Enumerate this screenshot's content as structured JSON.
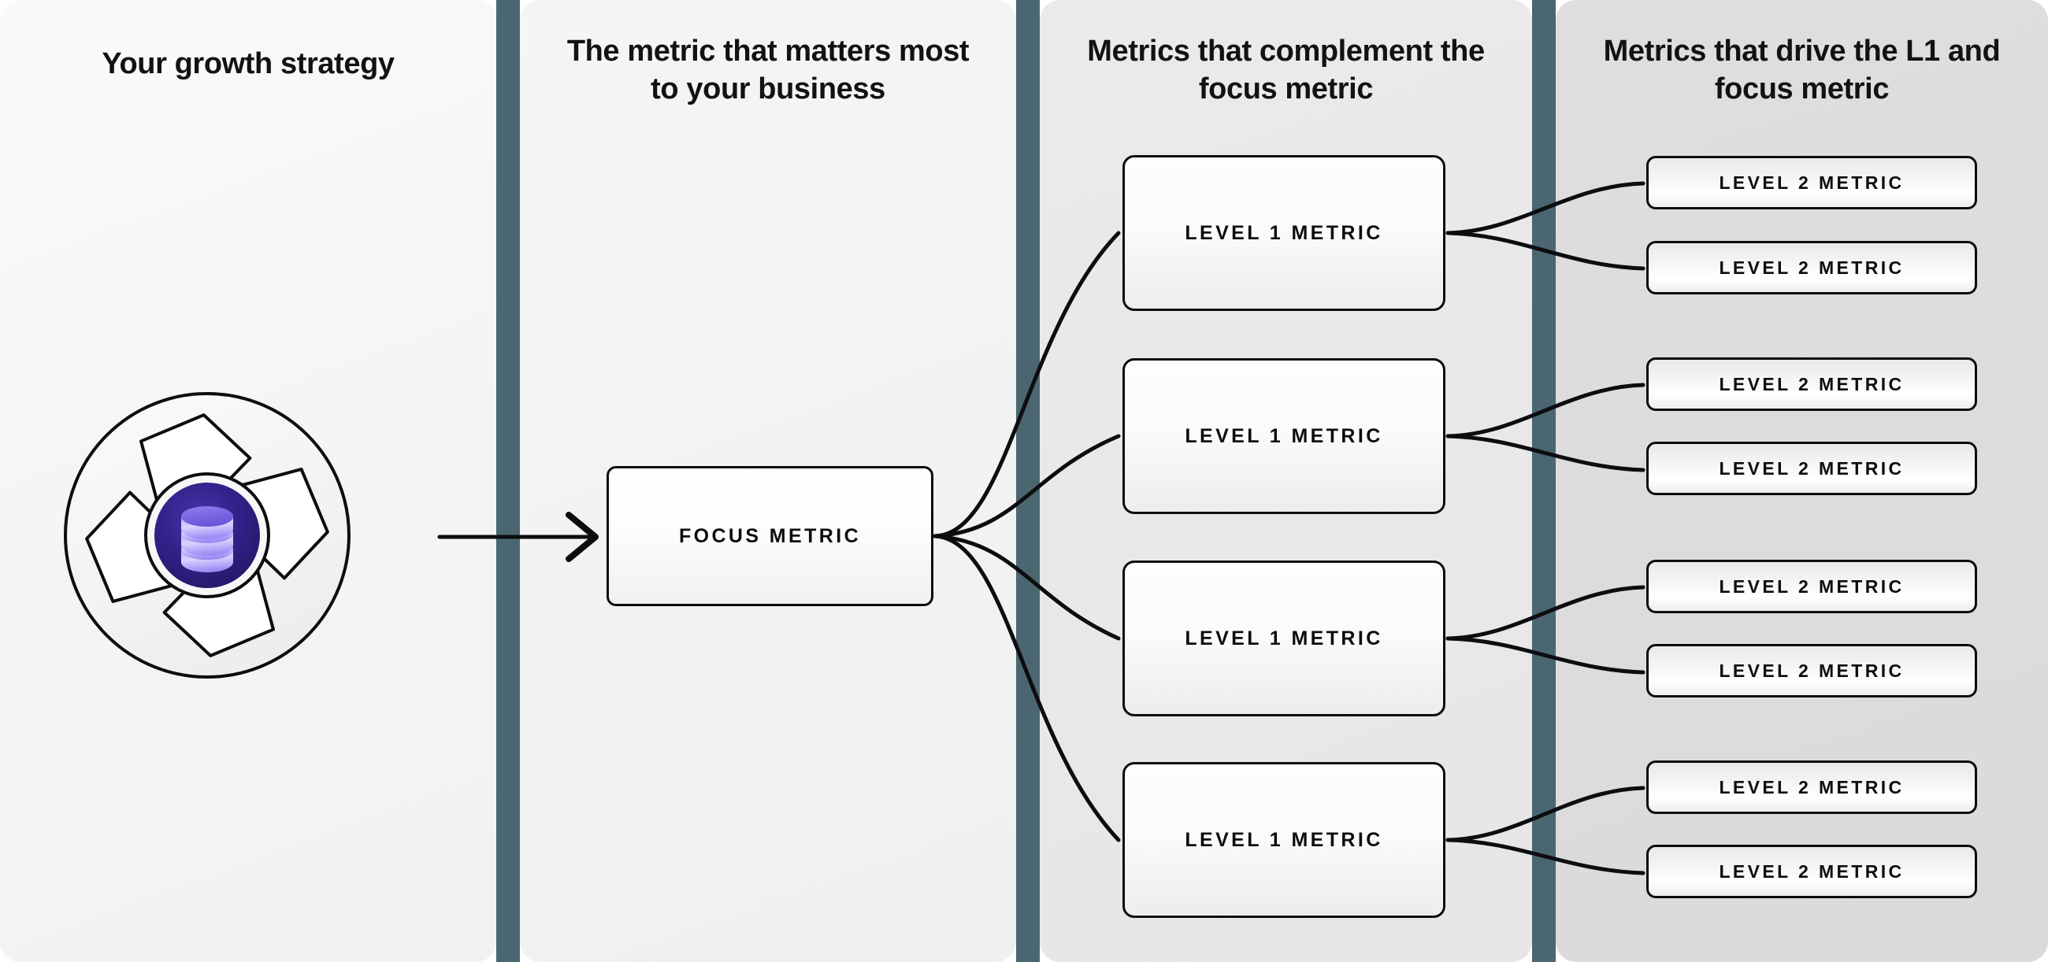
{
  "diagram": {
    "title": "Metric tree: growth strategy to level 2 metrics",
    "colors": {
      "divider": "#4a6671",
      "box_border": "#0c0c0d",
      "text": "#0d0d0f",
      "wheel_core_outer": "#2a1a66",
      "wheel_core_inner": "#3d2a96",
      "database_icon_light": "#c7bdff",
      "database_icon_mid": "#9b8ef5",
      "database_icon_dark": "#6b55e0",
      "col1_bg": "#f6f6f7",
      "col2_bg": "#f2f2f3",
      "col3_bg": "#e8e8e9",
      "col4_bg": "#dcdcdd"
    },
    "columns": [
      {
        "id": "growth-strategy",
        "header": "Your growth strategy"
      },
      {
        "id": "focus-metric",
        "header": "The metric that matters most to your business"
      },
      {
        "id": "level-1-metrics",
        "header": "Metrics that complement the focus metric"
      },
      {
        "id": "level-2-metrics",
        "header": "Metrics that drive the L1 and focus metric"
      }
    ],
    "wheel": {
      "icon_name": "database-icon",
      "blade_count": 4,
      "label": "Growth strategy wheel"
    },
    "focus_metric": {
      "label": "FOCUS METRIC"
    },
    "level_1_metrics": [
      {
        "label": "LEVEL 1 METRIC"
      },
      {
        "label": "LEVEL 1 METRIC"
      },
      {
        "label": "LEVEL 1 METRIC"
      },
      {
        "label": "LEVEL 1 METRIC"
      }
    ],
    "level_2_metrics": [
      {
        "label": "LEVEL 2 METRIC"
      },
      {
        "label": "LEVEL 2 METRIC"
      },
      {
        "label": "LEVEL 2 METRIC"
      },
      {
        "label": "LEVEL 2 METRIC"
      },
      {
        "label": "LEVEL 2 METRIC"
      },
      {
        "label": "LEVEL 2 METRIC"
      },
      {
        "label": "LEVEL 2 METRIC"
      },
      {
        "label": "LEVEL 2 METRIC"
      }
    ]
  }
}
